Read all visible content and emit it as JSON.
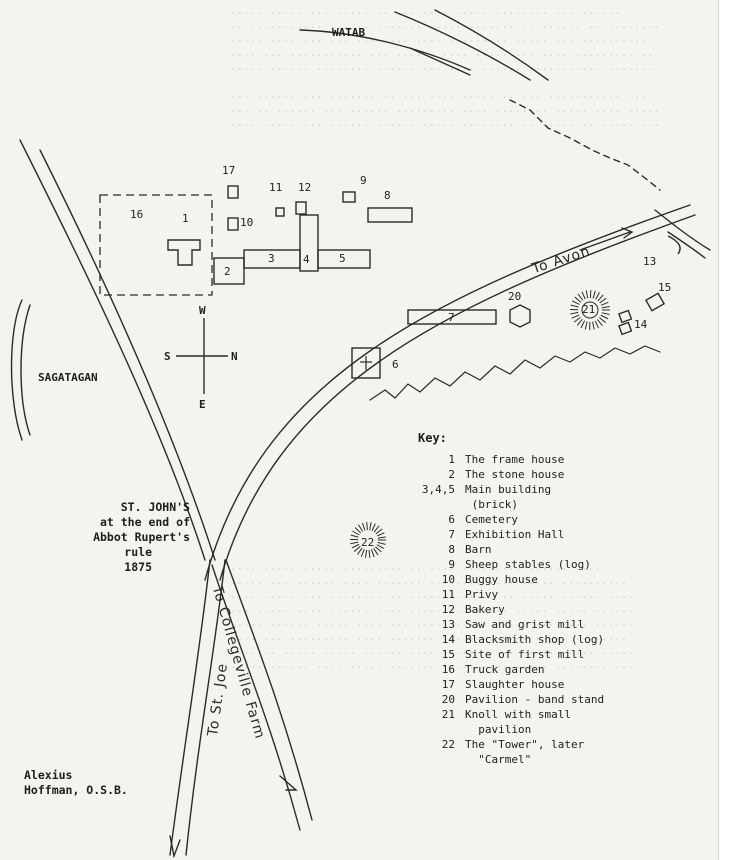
{
  "map": {
    "place_labels": {
      "watab": "WATAB",
      "sagatagan": "SAGATAGAN"
    },
    "road_labels": {
      "to_collegeville_farm": "To Collegeville Farm",
      "to_st_joe": "To St. Joe",
      "the_avon": "To Avon"
    },
    "compass": {
      "north": "N",
      "south": "S",
      "east": "E",
      "west": "W"
    },
    "building_numbers": [
      "1",
      "2",
      "3",
      "4",
      "5",
      "6",
      "7",
      "8",
      "9",
      "10",
      "11",
      "12",
      "13",
      "14",
      "15",
      "16",
      "17",
      "20",
      "21",
      "22"
    ],
    "title_lines": [
      "ST. JOHN'S",
      "at the end of",
      "Abbot Rupert's",
      "rule",
      "1875"
    ],
    "author_lines": [
      "Alexius",
      "Hoffman, O.S.B."
    ],
    "key_title": "Key:",
    "key": [
      {
        "num": "1",
        "label": "The frame house"
      },
      {
        "num": "2",
        "label": "The stone house"
      },
      {
        "num": "3,4,5",
        "label": "Main building"
      },
      {
        "num": "",
        "label": " (brick)"
      },
      {
        "num": "6",
        "label": "Cemetery"
      },
      {
        "num": "7",
        "label": "Exhibition Hall"
      },
      {
        "num": "8",
        "label": "Barn"
      },
      {
        "num": "9",
        "label": "Sheep stables (log)"
      },
      {
        "num": "10",
        "label": "Buggy house"
      },
      {
        "num": "11",
        "label": "Privy"
      },
      {
        "num": "12",
        "label": "Bakery"
      },
      {
        "num": "13",
        "label": "Saw and grist mill"
      },
      {
        "num": "14",
        "label": "Blacksmith shop (log)"
      },
      {
        "num": "15",
        "label": "Site of first mill"
      },
      {
        "num": "16",
        "label": "Truck garden"
      },
      {
        "num": "17",
        "label": "Slaughter house"
      },
      {
        "num": "20",
        "label": "Pavilion - band stand"
      },
      {
        "num": "21",
        "label": "Knoll with small"
      },
      {
        "num": "",
        "label": "  pavilion"
      },
      {
        "num": "22",
        "label": "The \"Tower\", later"
      },
      {
        "num": "",
        "label": "  \"Carmel\""
      }
    ]
  }
}
